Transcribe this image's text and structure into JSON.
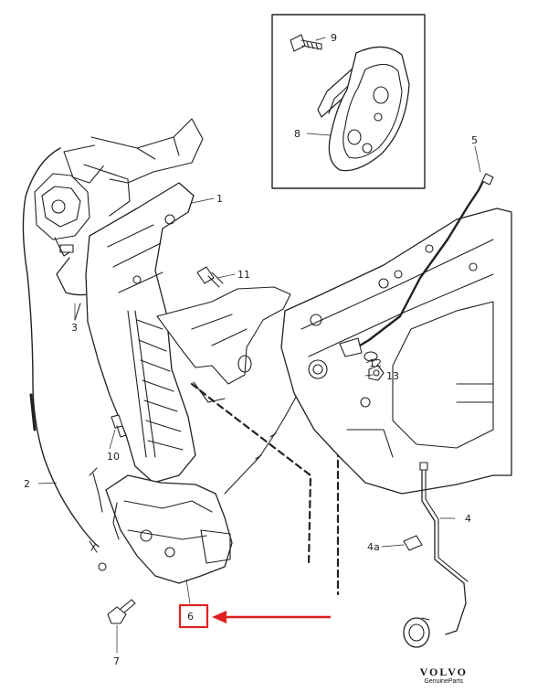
{
  "callouts": {
    "c1": "1",
    "c2": "2",
    "c3": "3",
    "c4": "4",
    "c4a": "4a",
    "c5": "5",
    "c6": "6",
    "c7": "7",
    "c8": "8",
    "c9": "9",
    "c10": "10",
    "c11": "11",
    "c12": "12",
    "c13": "13"
  },
  "highlight": {
    "target": "6",
    "color": "#e02020"
  },
  "brand": {
    "name": "VOLVO",
    "sub": "GenuineParts"
  }
}
